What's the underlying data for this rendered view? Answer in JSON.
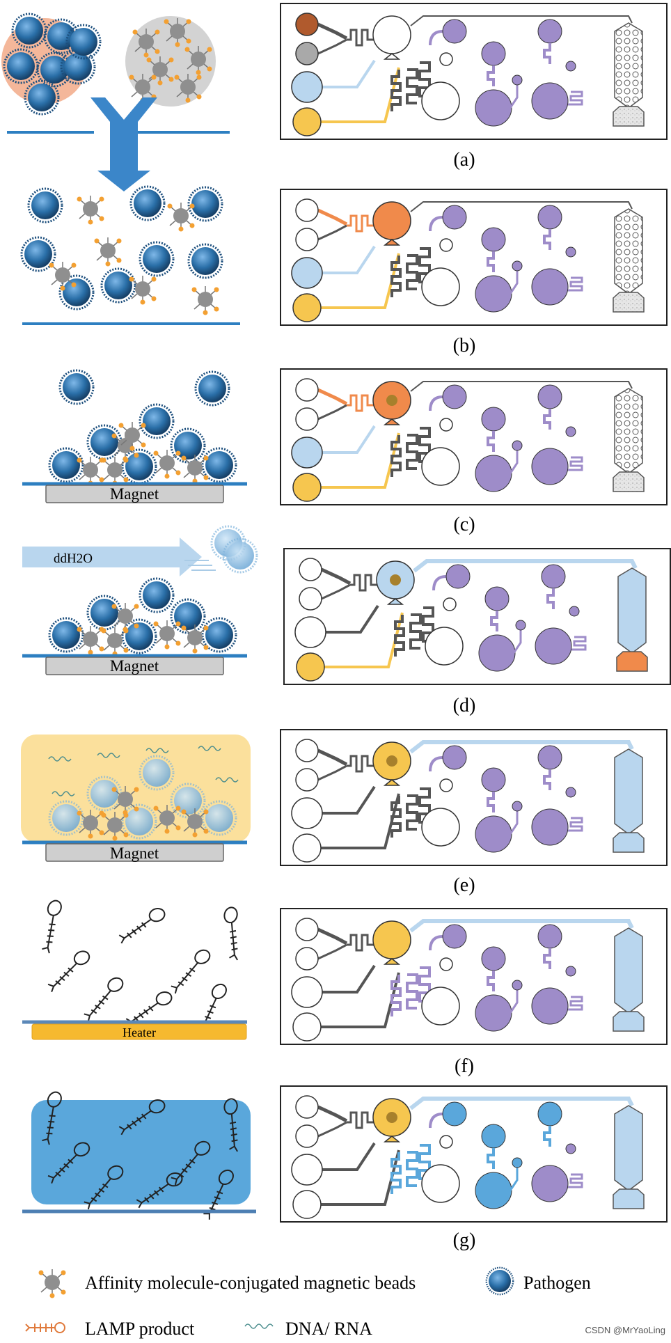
{
  "panels": [
    {
      "label": "(a)",
      "left_text": ""
    },
    {
      "label": "(b)",
      "left_text": ""
    },
    {
      "label": "(c)",
      "left_text": "Magnet"
    },
    {
      "label": "(d)",
      "left_text": "Magnet",
      "arrow_text": "ddH2O"
    },
    {
      "label": "(e)",
      "left_text": "Magnet"
    },
    {
      "label": "(f)",
      "left_text": "Heater"
    },
    {
      "label": "(g)",
      "left_text": ""
    }
  ],
  "legend": {
    "beads": "Affinity molecule-conjugated magnetic beads",
    "pathogen": "Pathogen",
    "lamp": "LAMP product",
    "dna": "DNA/ RNA"
  },
  "watermark": "CSDN @MrYaoLing",
  "colors": {
    "pathogen": "#2a6fa8",
    "bead": "#8f8f8f",
    "orange": "#f08a4b",
    "yellow": "#f6c64f",
    "light_blue": "#b9d6ee",
    "purple": "#9e8cc9",
    "blue_solution": "#5aa7db",
    "brown": "#b05a2d"
  }
}
